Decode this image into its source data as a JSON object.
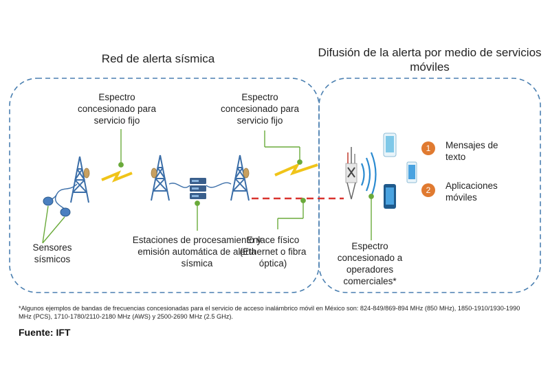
{
  "left_panel": {
    "title": "Red de alerta sísmica",
    "labels": {
      "spectrum_fixed_1": "Espectro concesionado para servicio fijo",
      "spectrum_fixed_2": "Espectro concesionado para servicio fijo",
      "sensors": "Sensores sísmicos",
      "stations": "Estaciones de procesamiento y emisión automática de alerta sísmica",
      "physical_link": "Enlace físico (Ethernet o fibra óptica)"
    }
  },
  "right_panel": {
    "title": "Difusión de la alerta por medio de servicios móviles",
    "labels": {
      "spectrum_operators": "Espectro concesionado a operadores comerciales*"
    },
    "items": [
      {
        "number": "1",
        "label": "Mensajes de texto"
      },
      {
        "number": "2",
        "label": "Aplicaciones móviles"
      }
    ]
  },
  "footnote": "*Algunos ejemplos de bandas de frecuencias concesionadas para el servicio de acceso inalámbrico móvil en México son: 824-849/869-894 MHz (850 MHz), 1850-1910/1930-1990 MHz (PCS), 1710-1780/2110-2180 MHz (AWS) y 2500-2690 MHz (2.5 GHz).",
  "source": "Fuente: IFT",
  "colors": {
    "tower": "#3b6ea8",
    "dish": "#c8a060",
    "radio_link": "#f0c419",
    "leader": "#6aaa3a",
    "physical_link": "#d9332e",
    "badge": "#e07a30",
    "dashed_border": "#4a7fb0",
    "phone": "#7fc8e8"
  },
  "icons": [
    "tower-icon",
    "server-icon",
    "sensor-icon",
    "cell-tower-icon",
    "phone-icon",
    "wifi-waves-icon"
  ]
}
